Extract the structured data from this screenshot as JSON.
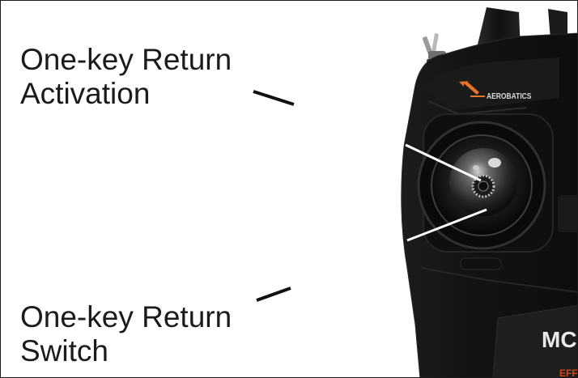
{
  "labels": {
    "activation": [
      "One-key Return",
      "Activation"
    ],
    "switch": [
      "One-key Return",
      "Switch"
    ]
  },
  "device": {
    "brand_mark": "AEROBATICS",
    "badge_text": "MC",
    "sub_text": "EFF"
  },
  "colors": {
    "body": "#141414",
    "body_edge": "#2a2a2a",
    "accent": "#e8742a",
    "callout_line": "#ffffff",
    "pointer_line": "#111111",
    "badge_panel": "#1e1e1e",
    "badge_text": "#e9e9e9",
    "sub_text": "#d0461e"
  },
  "icons": {
    "logo": "arrow-up-left-icon"
  }
}
